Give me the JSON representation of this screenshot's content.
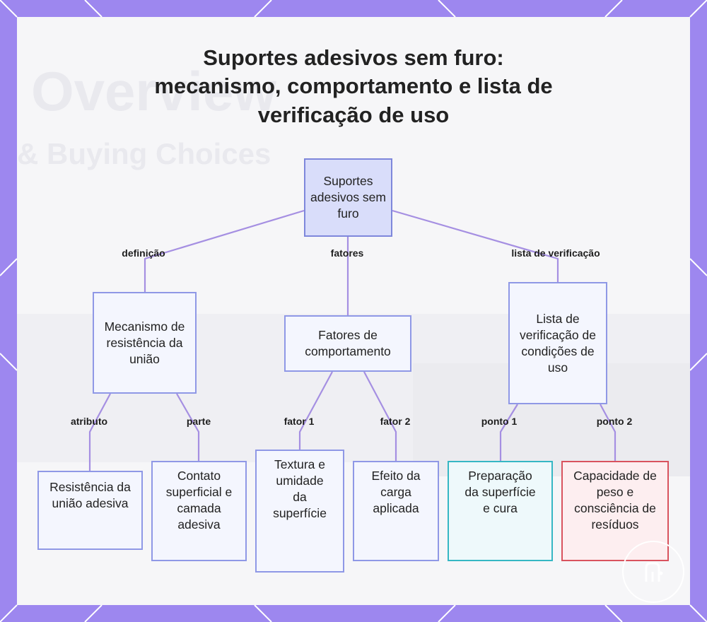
{
  "title_lines": [
    "Suportes adesivos sem furo:",
    "mecanismo, comportamento e lista de",
    "verificação de uso"
  ],
  "nodes": {
    "root": "Suportes adesivos sem furo",
    "mechanism": "Mecanismo de resistência da união",
    "factors": "Fatores de comportamento",
    "checklist": "Lista de verificação de condições de uso",
    "bond_strength": "Resistência da união adesiva",
    "contact": "Contato superficial e camada adesiva",
    "texture": "Textura e umidade da superfície",
    "load": "Efeito da carga aplicada",
    "prep": "Preparação da superfície e cura",
    "capacity": "Capacidade de peso e consciência de resíduos"
  },
  "edge_labels": {
    "definition": "definição",
    "factors": "fatores",
    "checklist": "lista de verificação",
    "attribute": "atributo",
    "part": "parte",
    "factor1": "fator 1",
    "factor2": "fator 2",
    "point1": "ponto 1",
    "point2": "ponto 2"
  },
  "colors": {
    "frame": "#9d87ef",
    "edge": "#a58fe2",
    "node_border": "#8f98e6",
    "root_fill": "#d9ddfa",
    "teal": "#36b7c4",
    "red": "#d9535e"
  },
  "logo_icon": "brand-logo-icon"
}
